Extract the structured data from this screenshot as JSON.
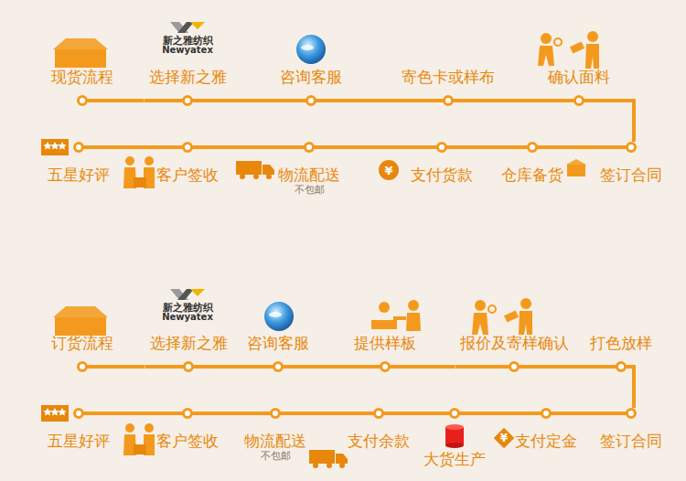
{
  "diagram": {
    "nodes": [
      {
        "text": [
          "现货流程"
        ]
      },
      {
        "text": [
          "选择新之雅"
        ]
      },
      {
        "text": [
          "咨询客服"
        ]
      },
      {
        "text": [
          "寄色卡或样布"
        ]
      },
      {
        "text": [
          "确认面料"
        ]
      },
      {
        "text": [
          "签订合同"
        ]
      },
      {
        "text": [
          "仓库备货"
        ]
      },
      {
        "text": [
          "支付货款"
        ]
      },
      {
        "text": [
          "物流配送",
          "不包邮"
        ]
      },
      {
        "text": [
          "客户签收"
        ]
      },
      {
        "text": [
          "五星好评"
        ]
      },
      {
        "text": [
          "订货流程"
        ]
      },
      {
        "text": [
          "选择新之雅"
        ]
      },
      {
        "text": [
          "咨询客服"
        ]
      },
      {
        "text": [
          "提供样板"
        ]
      },
      {
        "text": [
          "报价及寄样确认"
        ]
      },
      {
        "text": [
          "打色放样"
        ]
      },
      {
        "text": [
          "签订合同"
        ]
      },
      {
        "text": [
          "支付定金"
        ]
      },
      {
        "text": [
          "大货生产"
        ]
      },
      {
        "text": [
          "支付余款"
        ]
      },
      {
        "text": [
          "物流配送",
          "不包邮"
        ]
      },
      {
        "text": [
          "客户签收"
        ]
      },
      {
        "text": [
          "五星好评"
        ]
      }
    ],
    "edges": [
      {
        "from": 0,
        "to": 1,
        "arrow": "none"
      },
      {
        "from": 1,
        "to": 2,
        "arrow": "none"
      },
      {
        "from": 2,
        "to": 3,
        "arrow": "none"
      },
      {
        "from": 3,
        "to": 4,
        "arrow": "none"
      },
      {
        "from": 4,
        "to": 5,
        "arrow": "none"
      },
      {
        "from": 5,
        "to": 6,
        "arrow": "none"
      },
      {
        "from": 6,
        "to": 7,
        "arrow": "none"
      },
      {
        "from": 7,
        "to": 8,
        "arrow": "none"
      },
      {
        "from": 8,
        "to": 9,
        "arrow": "none"
      },
      {
        "from": 9,
        "to": 10,
        "arrow": "none"
      },
      {
        "from": 11,
        "to": 12,
        "arrow": "none"
      },
      {
        "from": 12,
        "to": 13,
        "arrow": "none"
      },
      {
        "from": 13,
        "to": 14,
        "arrow": "none"
      },
      {
        "from": 14,
        "to": 15,
        "arrow": "none"
      },
      {
        "from": 15,
        "to": 16,
        "arrow": "none"
      },
      {
        "from": 16,
        "to": 17,
        "arrow": "none"
      },
      {
        "from": 17,
        "to": 18,
        "arrow": "none"
      },
      {
        "from": 18,
        "to": 19,
        "arrow": "none"
      },
      {
        "from": 19,
        "to": 20,
        "arrow": "none"
      },
      {
        "from": 20,
        "to": 21,
        "arrow": "none"
      },
      {
        "from": 21,
        "to": 22,
        "arrow": "none"
      },
      {
        "from": 22,
        "to": 23,
        "arrow": "none"
      }
    ],
    "labels": [
      "新之雅纺织",
      "Newyatex",
      "¥",
      "新之雅纺织",
      "Newyatex",
      "¥"
    ]
  }
}
